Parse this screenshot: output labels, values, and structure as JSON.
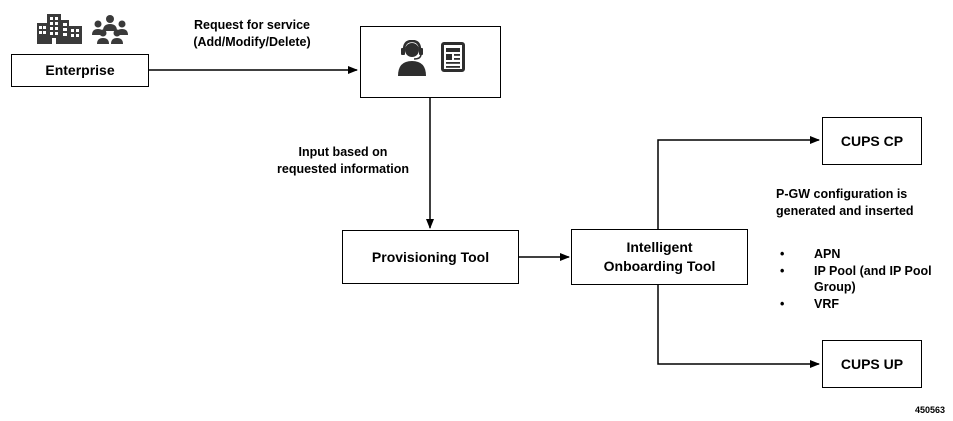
{
  "nodes": {
    "enterprise": "Enterprise",
    "provisioning_tool": "Provisioning Tool",
    "ionboard_line1": "Intelligent",
    "ionboard_line2": "Onboarding Tool",
    "cups_cp": "CUPS CP",
    "cups_up": "CUPS UP"
  },
  "icons": {
    "enterprise": [
      "buildings-icon",
      "people-group-icon"
    ],
    "service_box": [
      "operator-headset-icon",
      "document-icon"
    ]
  },
  "labels": {
    "request_line1": "Request for service",
    "request_line2": "(Add/Modify/Delete)",
    "input_line1": "Input based on",
    "input_line2": "requested information",
    "pgw_line1": "P-GW configuration is",
    "pgw_line2": "generated and inserted"
  },
  "bullets": [
    "APN",
    "IP Pool (and IP Pool",
    "Group)",
    "VRF"
  ],
  "figure_id": "450563"
}
